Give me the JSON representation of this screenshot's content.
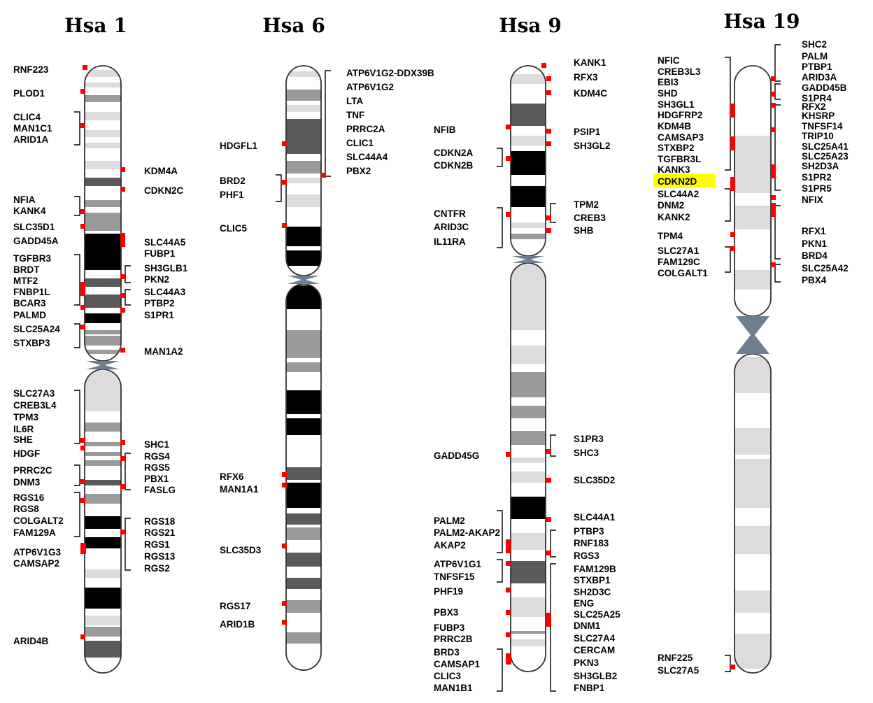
{
  "chromosomes": [
    {
      "id": "hsa1",
      "title": "Hsa 1",
      "left_labels": [
        {
          "id": "l1",
          "text": "RNF223"
        },
        {
          "id": "l2",
          "text": "PLOD1"
        },
        {
          "id": "l3",
          "text": "CLIC4"
        },
        {
          "id": "l4",
          "text": "MAN1C1"
        },
        {
          "id": "l5",
          "text": "ARID1A"
        },
        {
          "id": "l6",
          "text": "NFIA"
        },
        {
          "id": "l7",
          "text": "KANK4"
        },
        {
          "id": "l8",
          "text": "SLC35D1"
        },
        {
          "id": "l9",
          "text": "GADD45A"
        },
        {
          "id": "l10",
          "text": "TGFBR3"
        },
        {
          "id": "l11",
          "text": "BRDT"
        },
        {
          "id": "l12",
          "text": "MTF2"
        },
        {
          "id": "l13",
          "text": "FNBP1L"
        },
        {
          "id": "l14",
          "text": "BCAR3"
        },
        {
          "id": "l15",
          "text": "PALMD"
        },
        {
          "id": "l16",
          "text": "SLC25A24"
        },
        {
          "id": "l17",
          "text": "STXBP3"
        },
        {
          "id": "l18",
          "text": "SLC27A3"
        },
        {
          "id": "l19",
          "text": "CREB3L4"
        },
        {
          "id": "l20",
          "text": "TPM3"
        },
        {
          "id": "l21",
          "text": "IL6R"
        },
        {
          "id": "l22",
          "text": "SHE"
        },
        {
          "id": "l23",
          "text": "HDGF"
        },
        {
          "id": "l24",
          "text": "PRRC2C"
        },
        {
          "id": "l25",
          "text": "DNM3"
        },
        {
          "id": "l26",
          "text": "RGS16"
        },
        {
          "id": "l27",
          "text": "RGS8"
        },
        {
          "id": "l28",
          "text": "COLGALT2"
        },
        {
          "id": "l29",
          "text": "FAM129A"
        },
        {
          "id": "l30",
          "text": "ATP6V1G3"
        },
        {
          "id": "l31",
          "text": "CAMSAP2"
        },
        {
          "id": "l32",
          "text": "ARID4B"
        }
      ],
      "right_labels": [
        {
          "id": "r1",
          "text": "KDM4A"
        },
        {
          "id": "r2",
          "text": "CDKN2C"
        },
        {
          "id": "r3",
          "text": "SLC44A5"
        },
        {
          "id": "r4",
          "text": "FUBP1"
        },
        {
          "id": "r5",
          "text": "SH3GLB1"
        },
        {
          "id": "r6",
          "text": "PKN2"
        },
        {
          "id": "r7",
          "text": "SLC44A3"
        },
        {
          "id": "r8",
          "text": "PTBP2"
        },
        {
          "id": "r9",
          "text": "S1PR1"
        },
        {
          "id": "r10",
          "text": "MAN1A2"
        },
        {
          "id": "r11",
          "text": "SHC1"
        },
        {
          "id": "r12",
          "text": "RGS4"
        },
        {
          "id": "r13",
          "text": "RGS5"
        },
        {
          "id": "r14",
          "text": "PBX1"
        },
        {
          "id": "r15",
          "text": "FASLG"
        },
        {
          "id": "r16",
          "text": "RGS18"
        },
        {
          "id": "r17",
          "text": "RGS21"
        },
        {
          "id": "r18",
          "text": "RGS1"
        },
        {
          "id": "r19",
          "text": "RGS13"
        },
        {
          "id": "r20",
          "text": "RGS2"
        }
      ]
    },
    {
      "id": "hsa6",
      "title": "Hsa 6",
      "left_labels": [
        {
          "id": "l1",
          "text": "HDGFL1"
        },
        {
          "id": "l2",
          "text": "BRD2"
        },
        {
          "id": "l3",
          "text": "PHF1"
        },
        {
          "id": "l4",
          "text": "CLIC5"
        },
        {
          "id": "l5",
          "text": "RFX6"
        },
        {
          "id": "l6",
          "text": "MAN1A1"
        },
        {
          "id": "l7",
          "text": "SLC35D3"
        },
        {
          "id": "l8",
          "text": "RGS17"
        },
        {
          "id": "l9",
          "text": "ARID1B"
        }
      ],
      "right_labels": [
        {
          "id": "r1",
          "text": "ATP6V1G2-DDX39B"
        },
        {
          "id": "r2",
          "text": "ATP6V1G2"
        },
        {
          "id": "r3",
          "text": "LTA"
        },
        {
          "id": "r4",
          "text": "TNF"
        },
        {
          "id": "r5",
          "text": "PRRC2A"
        },
        {
          "id": "r6",
          "text": "CLIC1"
        },
        {
          "id": "r7",
          "text": "SLC44A4"
        },
        {
          "id": "r8",
          "text": "PBX2"
        }
      ]
    },
    {
      "id": "hsa9",
      "title": "Hsa 9",
      "left_labels": [
        {
          "id": "l1",
          "text": "NFIB"
        },
        {
          "id": "l2",
          "text": "CDKN2A"
        },
        {
          "id": "l3",
          "text": "CDKN2B"
        },
        {
          "id": "l4",
          "text": "CNTFR"
        },
        {
          "id": "l5",
          "text": "ARID3C"
        },
        {
          "id": "l6",
          "text": "IL11RA"
        },
        {
          "id": "l7",
          "text": "GADD45G"
        },
        {
          "id": "l8",
          "text": "PALM2"
        },
        {
          "id": "l9",
          "text": "PALM2-AKAP2"
        },
        {
          "id": "l10",
          "text": "AKAP2"
        },
        {
          "id": "l11",
          "text": "ATP6V1G1"
        },
        {
          "id": "l12",
          "text": "TNFSF15"
        },
        {
          "id": "l13",
          "text": "PHF19"
        },
        {
          "id": "l14",
          "text": "PBX3"
        },
        {
          "id": "l15",
          "text": "FUBP3"
        },
        {
          "id": "l16",
          "text": "PRRC2B"
        },
        {
          "id": "l17",
          "text": "BRD3"
        },
        {
          "id": "l18",
          "text": "CAMSAP1"
        },
        {
          "id": "l19",
          "text": "CLIC3"
        },
        {
          "id": "l20",
          "text": "MAN1B1"
        }
      ],
      "right_labels": [
        {
          "id": "r1",
          "text": "KANK1"
        },
        {
          "id": "r2",
          "text": "RFX3"
        },
        {
          "id": "r3",
          "text": "KDM4C"
        },
        {
          "id": "r4",
          "text": "PSIP1"
        },
        {
          "id": "r5",
          "text": "SH3GL2"
        },
        {
          "id": "r6",
          "text": "TPM2"
        },
        {
          "id": "r7",
          "text": "CREB3"
        },
        {
          "id": "r8",
          "text": "SHB"
        },
        {
          "id": "r9",
          "text": "S1PR3"
        },
        {
          "id": "r10",
          "text": "SHC3"
        },
        {
          "id": "r11",
          "text": "SLC35D2"
        },
        {
          "id": "r12",
          "text": "SLC44A1"
        },
        {
          "id": "r13",
          "text": "PTBP3"
        },
        {
          "id": "r14",
          "text": "RNF183"
        },
        {
          "id": "r15",
          "text": "RGS3"
        },
        {
          "id": "r16",
          "text": "FAM129B"
        },
        {
          "id": "r17",
          "text": "STXBP1"
        },
        {
          "id": "r18",
          "text": "SH2D3C"
        },
        {
          "id": "r19",
          "text": "ENG"
        },
        {
          "id": "r20",
          "text": "SLC25A25"
        },
        {
          "id": "r21",
          "text": "DNM1"
        },
        {
          "id": "r22",
          "text": "SLC27A4"
        },
        {
          "id": "r23",
          "text": "CERCAM"
        },
        {
          "id": "r24",
          "text": "PKN3"
        },
        {
          "id": "r25",
          "text": "SH3GLB2"
        },
        {
          "id": "r26",
          "text": "FNBP1"
        }
      ]
    },
    {
      "id": "hsa19",
      "title": "Hsa 19",
      "left_labels": [
        {
          "id": "l1",
          "text": "NFIC"
        },
        {
          "id": "l2",
          "text": "CREB3L3"
        },
        {
          "id": "l3",
          "text": "EBI3"
        },
        {
          "id": "l4",
          "text": "SHD"
        },
        {
          "id": "l5",
          "text": "SH3GL1"
        },
        {
          "id": "l6",
          "text": "HDGFRP2"
        },
        {
          "id": "l7",
          "text": "KDM4B"
        },
        {
          "id": "l8",
          "text": "CAMSAP3"
        },
        {
          "id": "l9",
          "text": "STXBP2"
        },
        {
          "id": "l10",
          "text": "TGFBR3L"
        },
        {
          "id": "l11",
          "text": "KANK3"
        },
        {
          "id": "l12",
          "text": "CDKN2D",
          "highlight": "#ffff00"
        },
        {
          "id": "l13",
          "text": "SLC44A2"
        },
        {
          "id": "l14",
          "text": "DNM2"
        },
        {
          "id": "l15",
          "text": "KANK2"
        },
        {
          "id": "l16",
          "text": "TPM4"
        },
        {
          "id": "l17",
          "text": "SLC27A1"
        },
        {
          "id": "l18",
          "text": "FAM129C"
        },
        {
          "id": "l19",
          "text": "COLGALT1"
        },
        {
          "id": "l20",
          "text": "RNF225"
        },
        {
          "id": "l21",
          "text": "SLC27A5"
        }
      ],
      "right_labels": [
        {
          "id": "r1",
          "text": "SHC2"
        },
        {
          "id": "r2",
          "text": "PALM"
        },
        {
          "id": "r3",
          "text": "PTBP1"
        },
        {
          "id": "r4",
          "text": "ARID3A"
        },
        {
          "id": "r5",
          "text": "GADD45B"
        },
        {
          "id": "r6",
          "text": "S1PR4"
        },
        {
          "id": "r7",
          "text": "RFX2"
        },
        {
          "id": "r8",
          "text": "KHSRP"
        },
        {
          "id": "r9",
          "text": "TNFSF14"
        },
        {
          "id": "r10",
          "text": "TRIP10"
        },
        {
          "id": "r11",
          "text": "SLC25A41"
        },
        {
          "id": "r12",
          "text": "SLC25A23"
        },
        {
          "id": "r13",
          "text": "SH2D3A"
        },
        {
          "id": "r14",
          "text": "S1PR2"
        },
        {
          "id": "r15",
          "text": "S1PR5"
        },
        {
          "id": "r16",
          "text": "NFIX"
        },
        {
          "id": "r17",
          "text": "RFX1"
        },
        {
          "id": "r18",
          "text": "PKN1"
        },
        {
          "id": "r19",
          "text": "BRD4"
        },
        {
          "id": "r20",
          "text": "SLC25A42"
        },
        {
          "id": "r21",
          "text": "PBX4"
        }
      ]
    }
  ],
  "colors": {
    "marker": "#ff0000",
    "band_black": "#000000",
    "band_dark": "#5a5a5a",
    "band_mid": "#9a9a9a",
    "band_light": "#dcdcdc",
    "centromere": "#6e7f91",
    "highlight": "#ffff00"
  }
}
